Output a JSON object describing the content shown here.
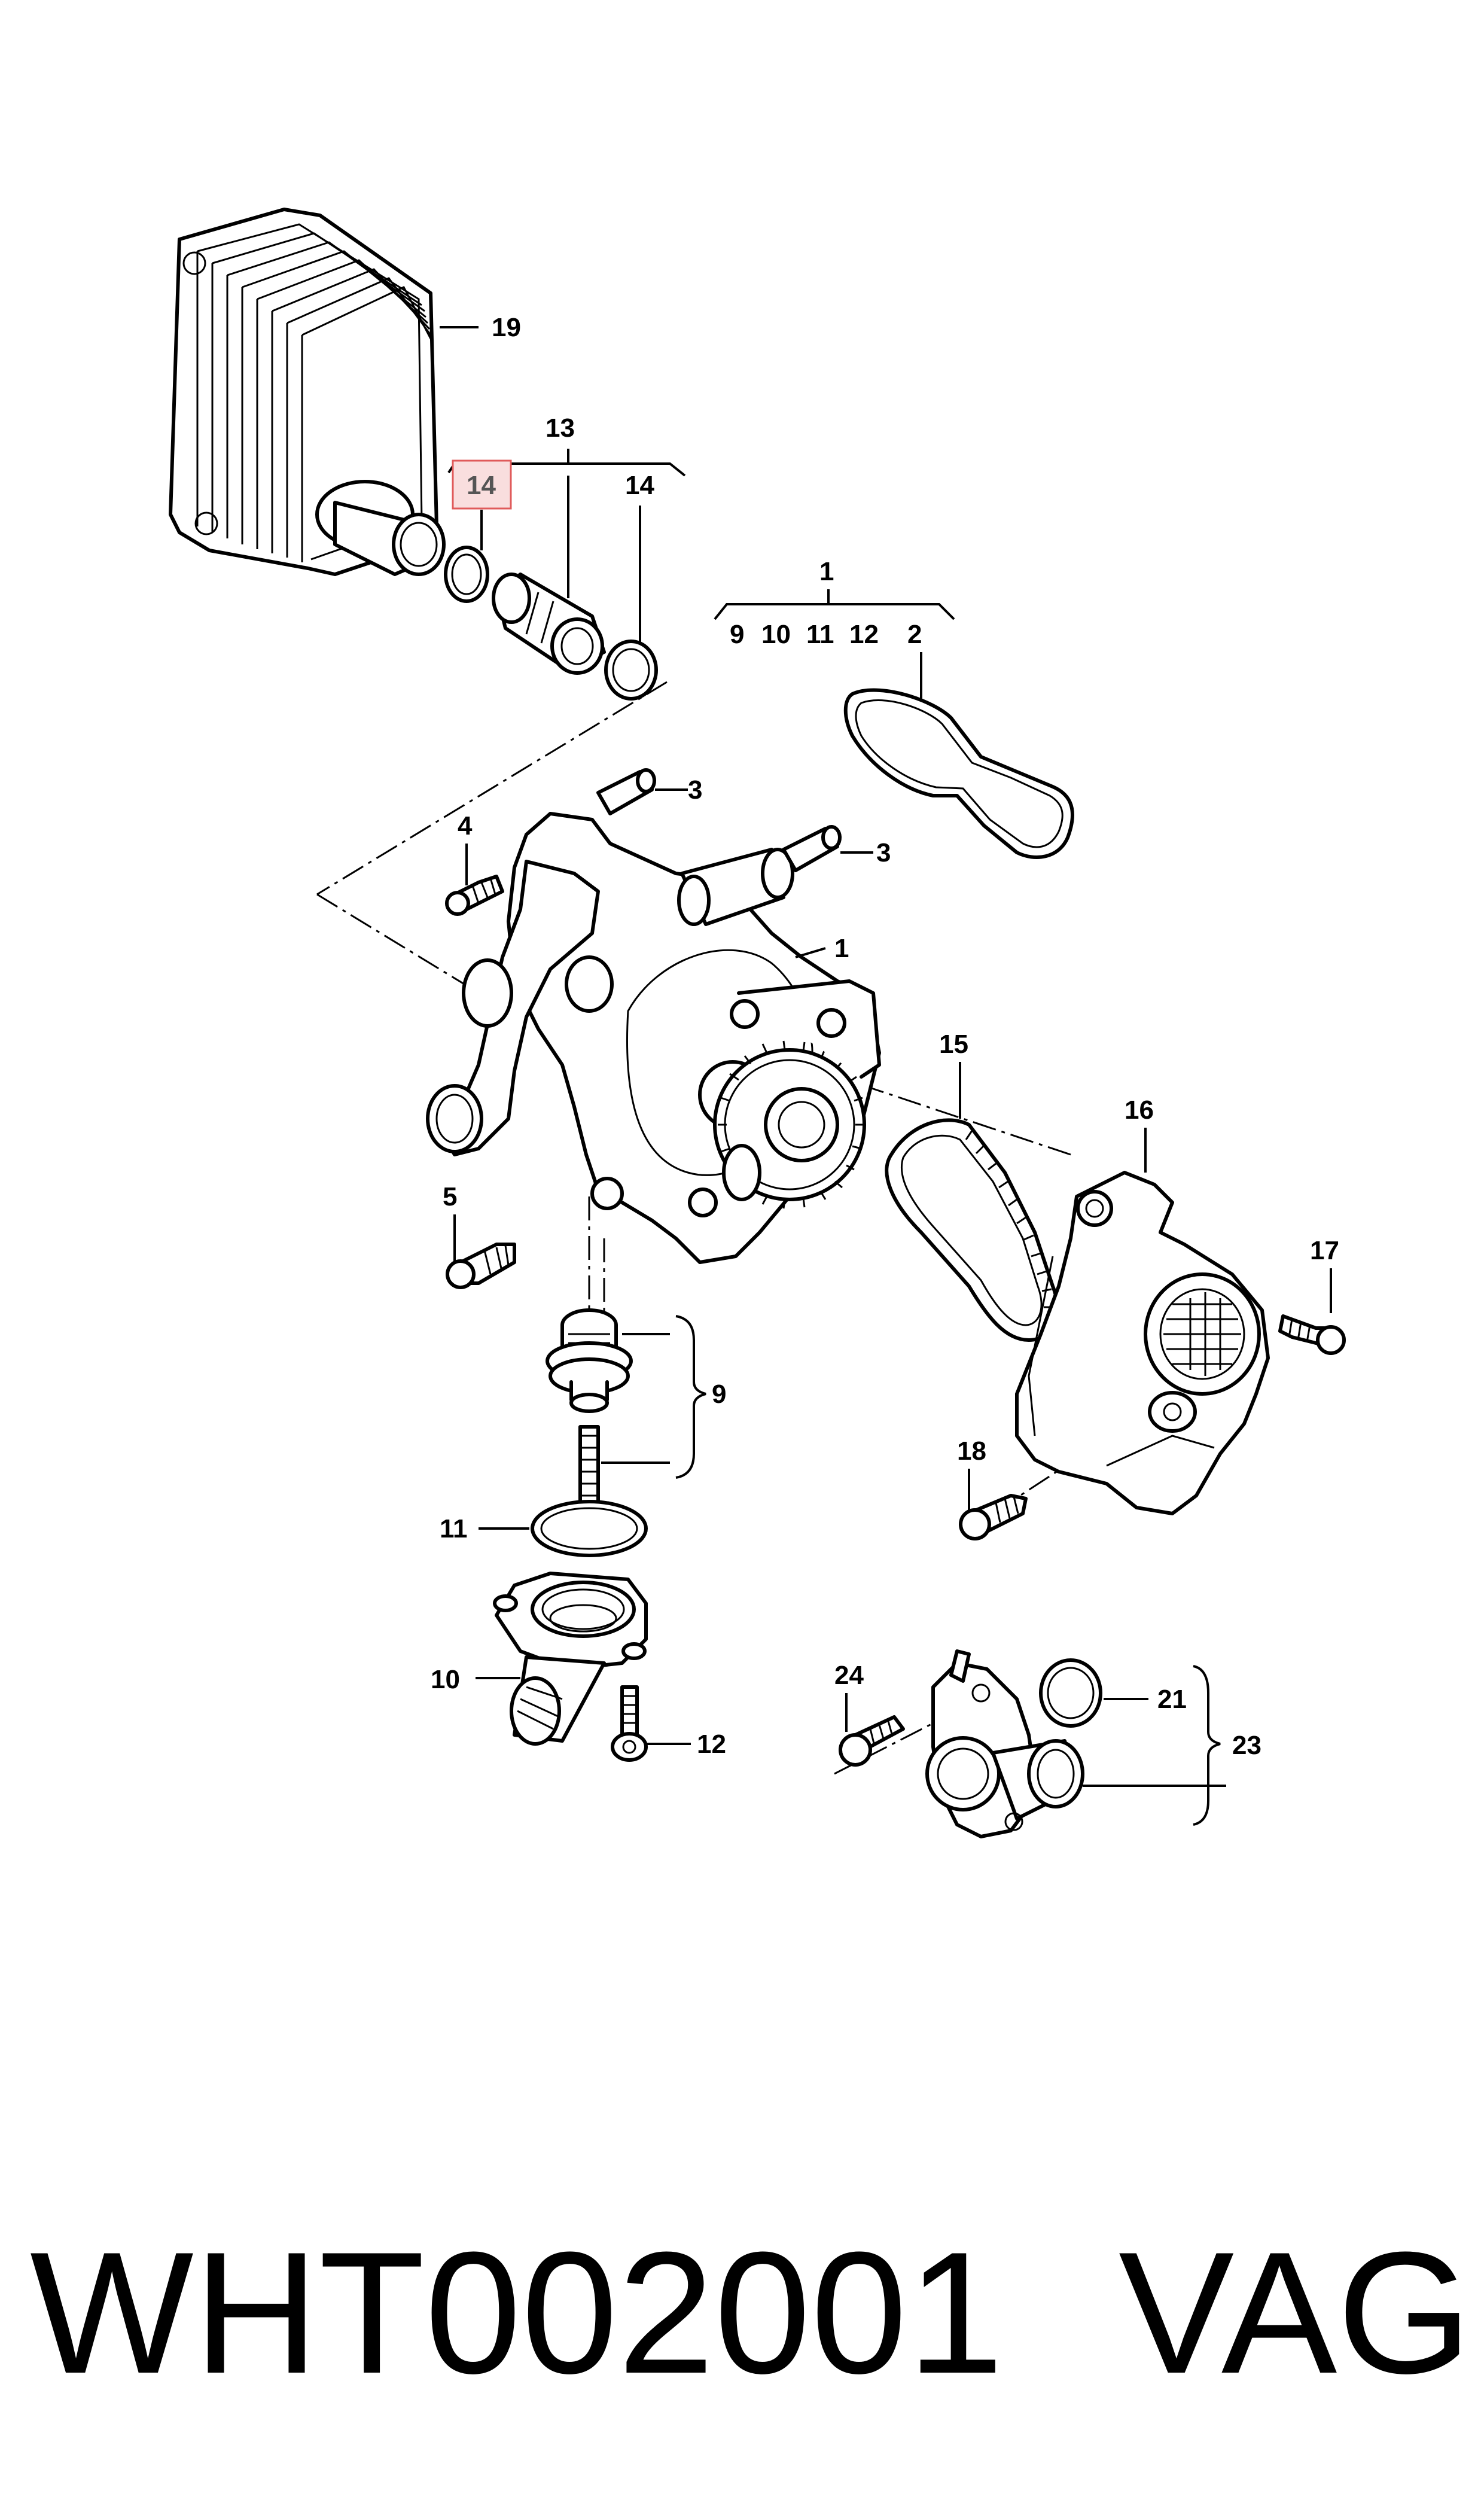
{
  "callouts": {
    "c1_top": "1",
    "c2": "2",
    "c9_top": "9",
    "c10_top": "10",
    "c11_top": "11",
    "c12_top": "12",
    "c19": "19",
    "c13": "13",
    "c14_highlight": "14",
    "c14": "14",
    "c3a": "3",
    "c3b": "3",
    "c4": "4",
    "c1_pump": "1",
    "c15": "15",
    "c16": "16",
    "c5": "5",
    "c17": "17",
    "c9": "9",
    "c18": "18",
    "c11": "11",
    "c10": "10",
    "c12": "12",
    "c24": "24",
    "c21": "21",
    "c23": "23"
  },
  "colors": {
    "highlight_fill": "#f9dede",
    "highlight_stroke": "#e05a5a",
    "line": "#000000"
  },
  "footer": {
    "part_number": "WHT002001",
    "brand": "VAG"
  }
}
